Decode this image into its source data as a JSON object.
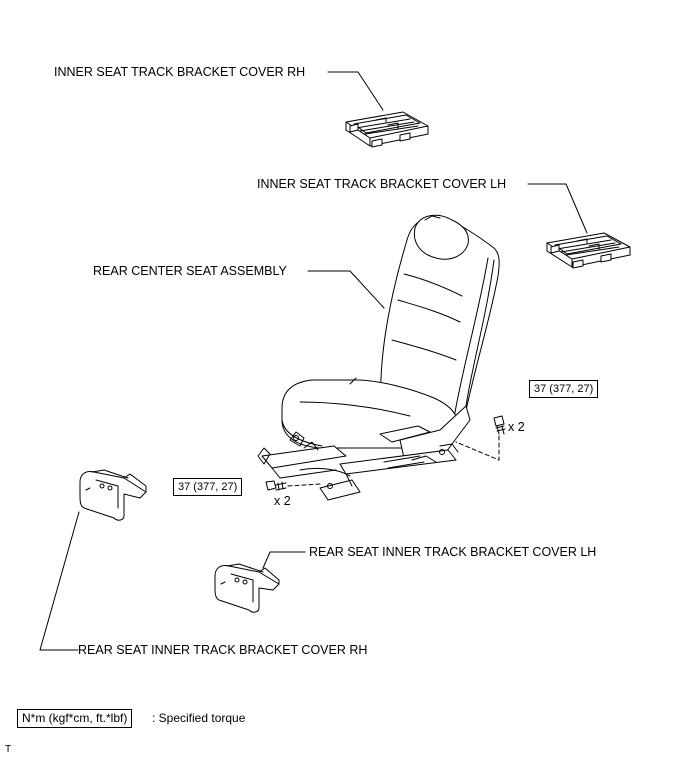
{
  "labels": {
    "inner_rh": "INNER SEAT TRACK BRACKET COVER RH",
    "inner_lh": "INNER SEAT TRACK BRACKET COVER LH",
    "seat": "REAR CENTER SEAT ASSEMBLY",
    "rear_lh": "REAR SEAT INNER TRACK BRACKET COVER LH",
    "rear_rh": "REAR SEAT INNER TRACK BRACKET COVER RH"
  },
  "torque": {
    "right": "37 (377, 27)",
    "left": "37 (377, 27)"
  },
  "qty": {
    "right": "x 2",
    "left": "x 2"
  },
  "legend": {
    "box": "N*m (kgf*cm, ft.*lbf)",
    "text": ": Specified torque"
  },
  "code": "T"
}
